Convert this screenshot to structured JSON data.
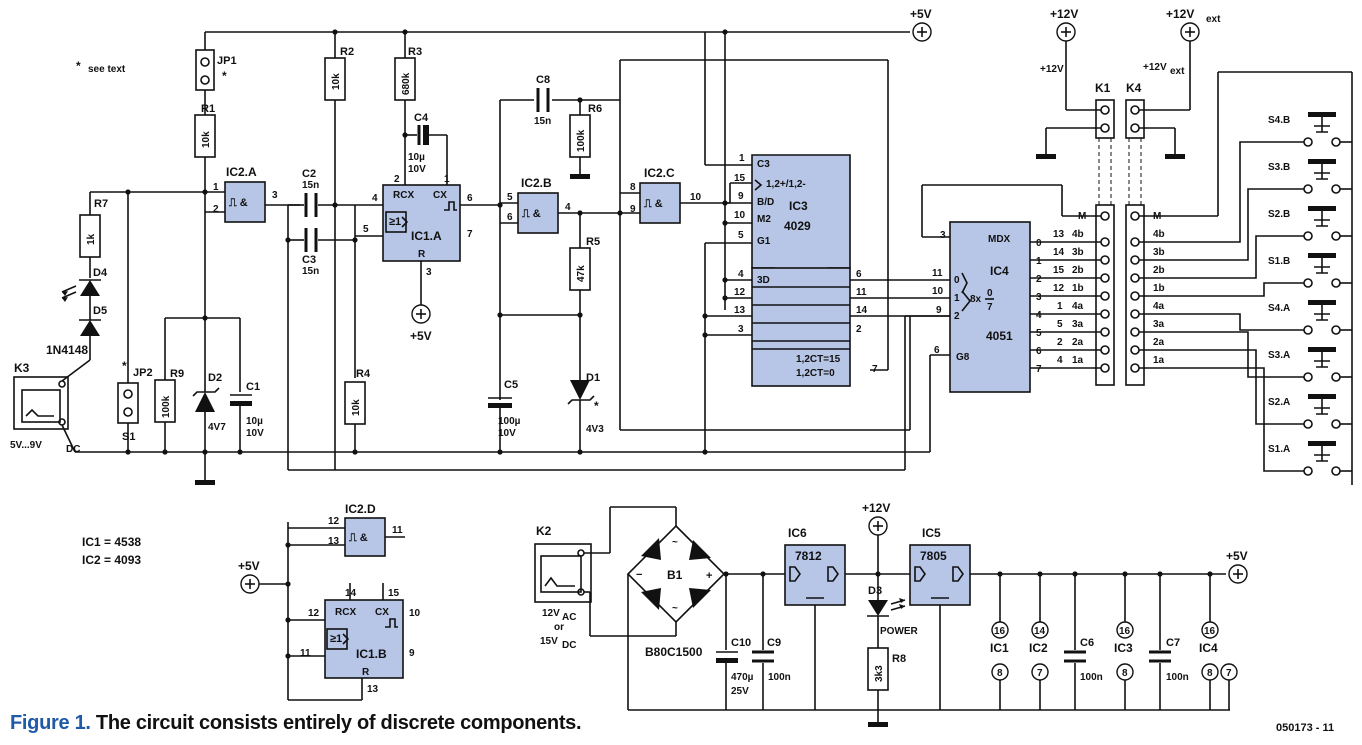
{
  "labels": {
    "v5": "+5V",
    "v12": "+12V",
    "v12ext_main": "+12V",
    "ext_sub": "ext",
    "note_star": "*",
    "note": "see text",
    "ic_notes": [
      "IC1 = 4538",
      "IC2 = 4093"
    ],
    "supply_k3": "5V...9V",
    "supply_k3_sub": "DC",
    "k2_text": [
      "12V",
      "AC",
      "or",
      "15V",
      "DC"
    ],
    "power": "POWER",
    "bridge": "B80C1500",
    "ic1a_name": "IC1.A",
    "ic1b_name": "IC1.B",
    "ic2a": "IC2.A",
    "ic2b": "IC2.B",
    "ic2c": "IC2.C",
    "ic2d": "IC2.D",
    "ic3_name": "IC3",
    "ic3_part": "4029",
    "ic4_name": "IC4",
    "ic4_part": "4051",
    "ic5_name": "IC5",
    "ic5_part": "7805",
    "ic6_name": "IC6",
    "ic6_part": "7812",
    "rcx": "RCX",
    "cx": "CX",
    "r": "R",
    "ge1": "≥1",
    "mdx": "MDX",
    "g8": "G8",
    "mux": "8x",
    "ic3_pins": [
      "C3",
      "1,2+/1,2-",
      "B/D",
      "M2",
      "G1",
      "3D",
      "1,2CT=15",
      "1,2CT=0"
    ],
    "k1": "K1",
    "k2": "K2",
    "k3": "K3",
    "k4": "K4",
    "s1": "S1",
    "jp1": "JP1",
    "jp2": "JP2",
    "d1": "D1",
    "d2": "D2",
    "d3": "D3",
    "d4": "D4",
    "d5": "D5",
    "d1v": "4V3",
    "d2v": "4V7",
    "d45": "1N4148",
    "r1": "R1",
    "r2": "R2",
    "r3": "R3",
    "r4": "R4",
    "r5": "R5",
    "r6": "R6",
    "r7": "R7",
    "r8": "R8",
    "r9": "R9",
    "r1v": "10k",
    "r2v": "10k",
    "r3v": "680k",
    "r4v": "10k",
    "r5v": "47k",
    "r6v": "100k",
    "r7v": "1k",
    "r8v": "3k3",
    "r9v": "100k",
    "c1": "C1",
    "c1v": [
      "10µ",
      "10V"
    ],
    "c2": "C2",
    "c2v": "15n",
    "c3": "C3",
    "c3v": "15n",
    "c4": "C4",
    "c4v": [
      "10µ",
      "10V"
    ],
    "c5": "C5",
    "c5v": [
      "100µ",
      "10V"
    ],
    "c6": "C6",
    "c6v": "100n",
    "c7": "C7",
    "c7v": "100n",
    "c8": "C8",
    "c8v": "15n",
    "c9": "C9",
    "c9v": "100n",
    "c10": "C10",
    "c10v": [
      "470µ",
      "25V"
    ],
    "b1": "B1",
    "m": "M",
    "k_pins": [
      "4b",
      "3b",
      "2b",
      "1b",
      "4a",
      "3a",
      "2a",
      "1a"
    ],
    "switches": [
      "S4.B",
      "S3.B",
      "S2.B",
      "S1.B",
      "S4.A",
      "S3.A",
      "S2.A",
      "S1.A"
    ],
    "sup_ic1": "IC1",
    "sup_ic2": "IC2",
    "sup_ic3": "IC3",
    "sup_ic4": "IC4"
  },
  "caption": {
    "figure": "Figure 1.",
    "text": " The circuit consists entirely of discrete components."
  },
  "figure_id": "050173 - 11"
}
